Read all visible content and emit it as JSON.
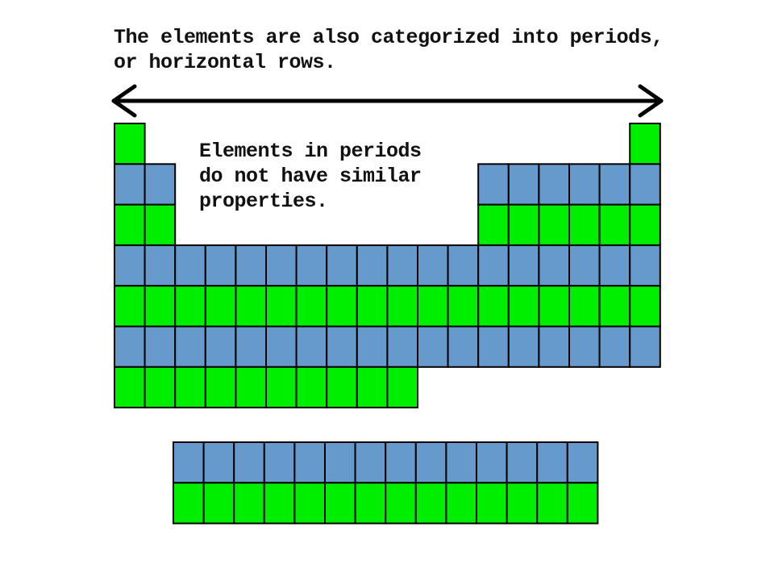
{
  "caption_top": {
    "line1": "The elements are also categorized into periods,",
    "line2": "or horizontal rows."
  },
  "caption_mid": {
    "line1": "Elements in periods",
    "line2": "do not have similar",
    "line3": "properties."
  },
  "colors": {
    "green": "#00ee00",
    "blue": "#6699cc",
    "border": "#000000",
    "text": "#111111",
    "background": "#ffffff"
  },
  "arrow": {
    "shape": "double-headed-horizontal"
  },
  "periods": [
    {
      "name": "period-1",
      "color": "green",
      "columns": [
        1,
        18
      ]
    },
    {
      "name": "period-2",
      "color": "blue",
      "columns": [
        1,
        2,
        13,
        14,
        15,
        16,
        17,
        18
      ]
    },
    {
      "name": "period-3",
      "color": "green",
      "columns": [
        1,
        2,
        13,
        14,
        15,
        16,
        17,
        18
      ]
    },
    {
      "name": "period-4",
      "color": "blue",
      "columns": [
        1,
        2,
        3,
        4,
        5,
        6,
        7,
        8,
        9,
        10,
        11,
        12,
        13,
        14,
        15,
        16,
        17,
        18
      ]
    },
    {
      "name": "period-5",
      "color": "green",
      "columns": [
        1,
        2,
        3,
        4,
        5,
        6,
        7,
        8,
        9,
        10,
        11,
        12,
        13,
        14,
        15,
        16,
        17,
        18
      ]
    },
    {
      "name": "period-6",
      "color": "blue",
      "columns": [
        1,
        2,
        3,
        4,
        5,
        6,
        7,
        8,
        9,
        10,
        11,
        12,
        13,
        14,
        15,
        16,
        17,
        18
      ]
    },
    {
      "name": "period-7",
      "color": "green",
      "columns": [
        1,
        2,
        3,
        4,
        5,
        6,
        7,
        8,
        9,
        10
      ]
    }
  ],
  "inner_transition": [
    {
      "name": "lanthanide-row",
      "color": "blue",
      "count": 14
    },
    {
      "name": "actinide-row",
      "color": "green",
      "count": 14
    }
  ]
}
